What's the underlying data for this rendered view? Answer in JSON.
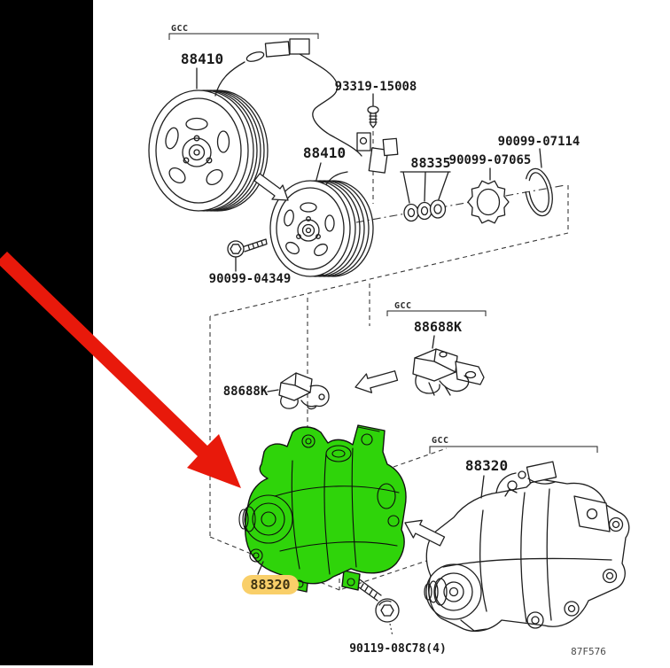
{
  "figure": {
    "code": "87F576"
  },
  "colors": {
    "selected_part_green": "#2FD40A",
    "selected_label_yellow": "#F9CF69",
    "annotation_arrow_red": "#E8190B",
    "line_art": "#1F1F1F"
  },
  "gcc_markers": {
    "top": "GCC",
    "middle": "GCC",
    "bottom": "GCC"
  },
  "parts": {
    "magnet_clutch_top": {
      "label": "88410"
    },
    "magnet_clutch_mid": {
      "label": "88410"
    },
    "stud_screw": {
      "label": "93319-15008"
    },
    "washer_set": {
      "label": "88335"
    },
    "plate_washer": {
      "label": "90099-07065"
    },
    "o_ring": {
      "label": "90099-07114"
    },
    "clutch_bolt": {
      "label": "90099-04349"
    },
    "tube_clamp_left": {
      "label": "88688K"
    },
    "tube_clamp_gcc": {
      "label": "88688K"
    },
    "compressor_gcc": {
      "label": "88320"
    },
    "compressor_selected": {
      "label": "88320"
    },
    "mount_bolt": {
      "label": "90119-08C78(4)"
    }
  }
}
